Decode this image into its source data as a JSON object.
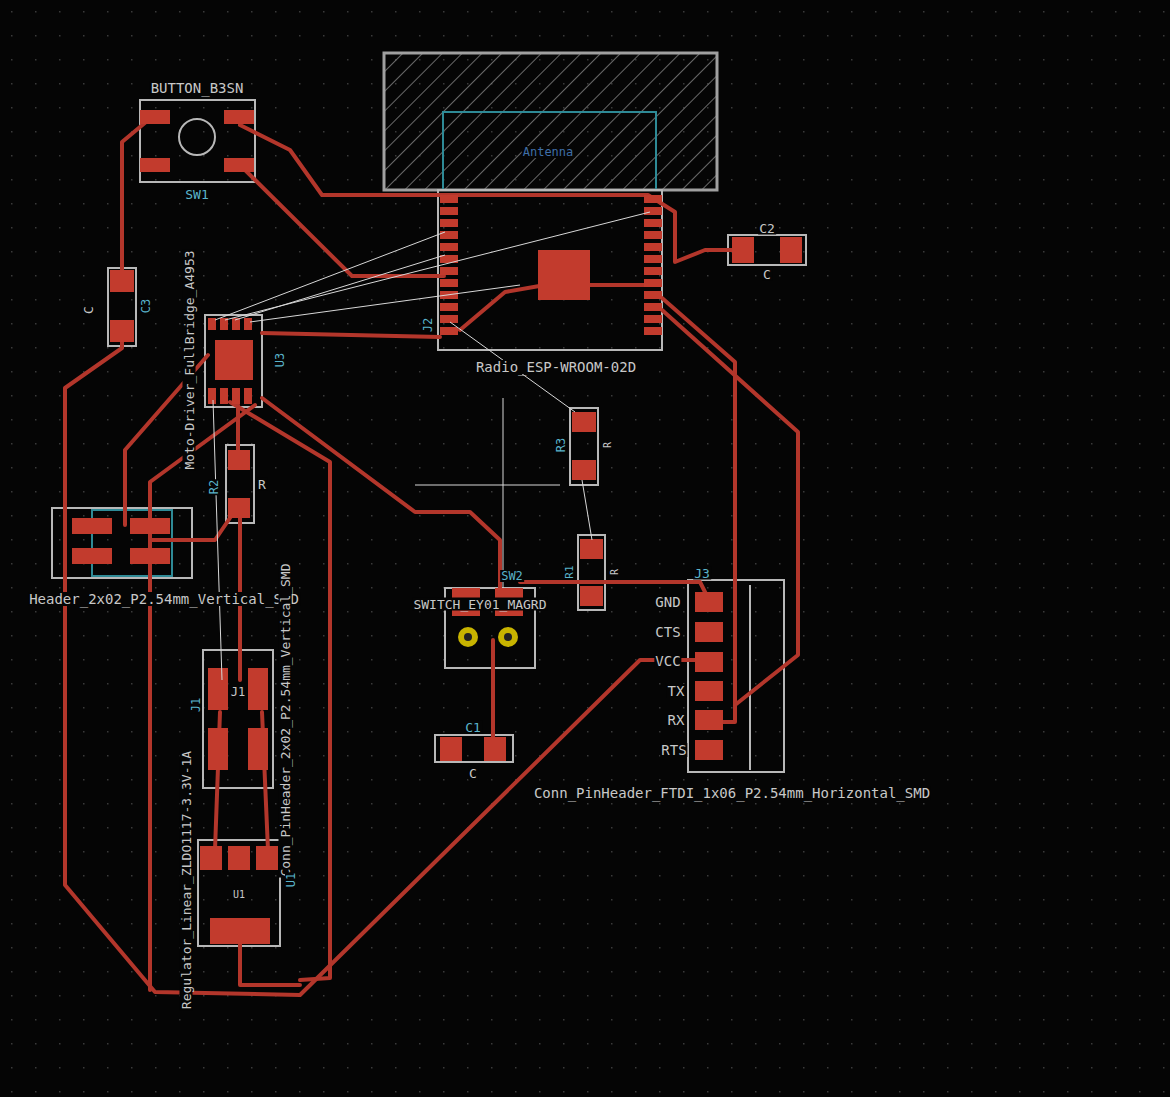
{
  "diagram": {
    "labels": [
      "BUTTON_B3SN",
      "SW1",
      "C2",
      "C",
      "C",
      "C3",
      "Moto-Driver_FullBridge_A4953",
      "U3",
      "J2",
      "Radio_ESP-WROOM-02D",
      "R3",
      "R",
      "R2",
      "R",
      "Header_2x02_P2.54mm_Vertical_SMD",
      "SW2",
      "SWITCH_EY01_MAGRD",
      "R1",
      "R",
      "J3",
      "GND",
      "CTS",
      "VCC",
      "TX",
      "RX",
      "RTS",
      "J1",
      "J1",
      "Conn_PinHeader_2x02_P2.54mm_Vertical_SMD",
      "C1",
      "C",
      "Conn_PinHeader_FTDI_1x06_P2.54mm_Horizontal_SMD",
      "Regulator_Linear_ZLDO1117-3.3V-1A",
      "U1",
      "U1",
      "Antenna"
    ]
  }
}
